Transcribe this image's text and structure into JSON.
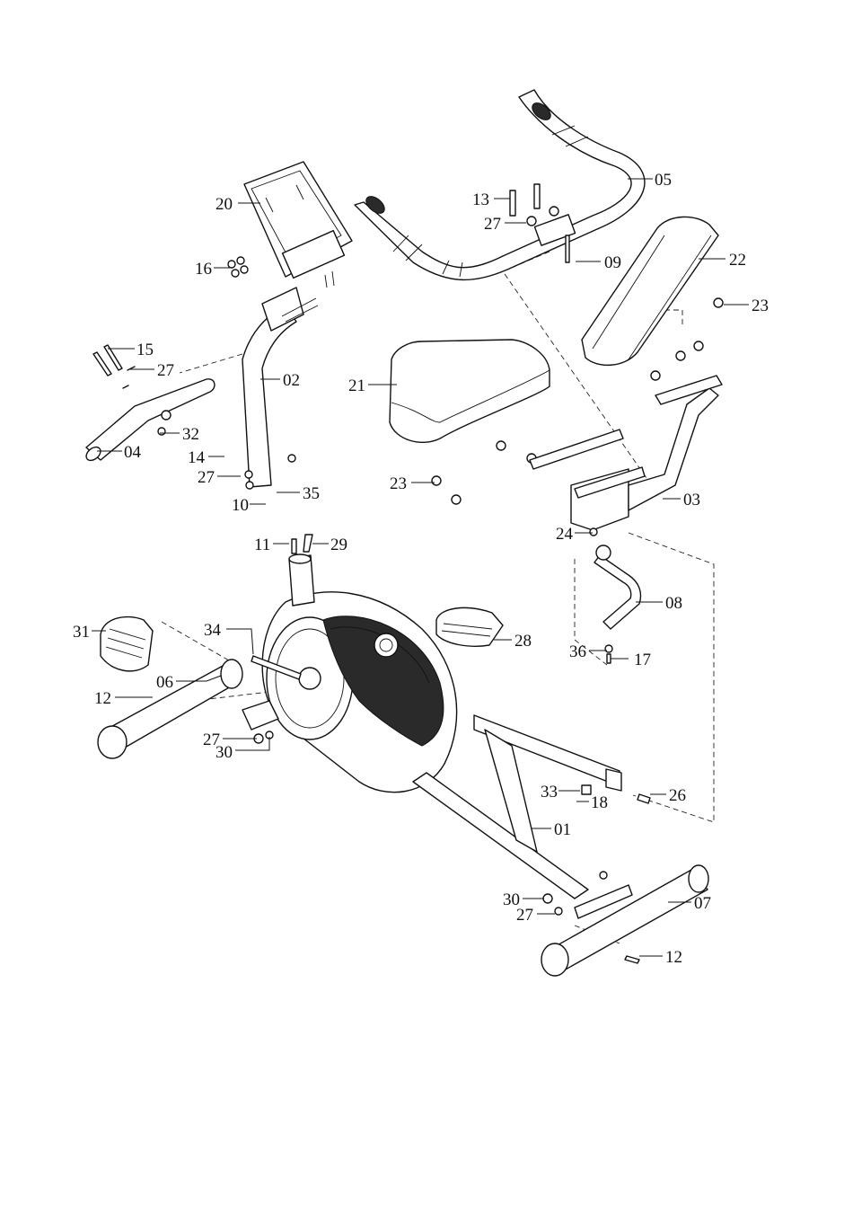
{
  "callouts": [
    {
      "id": "c05",
      "text": "05"
    },
    {
      "id": "c13",
      "text": "13"
    },
    {
      "id": "c27a",
      "text": "27"
    },
    {
      "id": "c09",
      "text": "09"
    },
    {
      "id": "c20",
      "text": "20"
    },
    {
      "id": "c16",
      "text": "16"
    },
    {
      "id": "c22",
      "text": "22"
    },
    {
      "id": "c23a",
      "text": "23"
    },
    {
      "id": "c15",
      "text": "15"
    },
    {
      "id": "c27b",
      "text": "27"
    },
    {
      "id": "c02",
      "text": "02"
    },
    {
      "id": "c21",
      "text": "21"
    },
    {
      "id": "c32",
      "text": "32"
    },
    {
      "id": "c04",
      "text": "04"
    },
    {
      "id": "c14",
      "text": "14"
    },
    {
      "id": "c27c",
      "text": "27"
    },
    {
      "id": "c35",
      "text": "35"
    },
    {
      "id": "c10",
      "text": "10"
    },
    {
      "id": "c23b",
      "text": "23"
    },
    {
      "id": "c03",
      "text": "03"
    },
    {
      "id": "c24",
      "text": "24"
    },
    {
      "id": "c11",
      "text": "11"
    },
    {
      "id": "c29",
      "text": "29"
    },
    {
      "id": "c08",
      "text": "08"
    },
    {
      "id": "c31",
      "text": "31"
    },
    {
      "id": "c34",
      "text": "34"
    },
    {
      "id": "c28",
      "text": "28"
    },
    {
      "id": "c06",
      "text": "06"
    },
    {
      "id": "c36",
      "text": "36"
    },
    {
      "id": "c17",
      "text": "17"
    },
    {
      "id": "c12a",
      "text": "12"
    },
    {
      "id": "c27d",
      "text": "27"
    },
    {
      "id": "c30a",
      "text": "30"
    },
    {
      "id": "c33",
      "text": "33"
    },
    {
      "id": "c26",
      "text": "26"
    },
    {
      "id": "c18",
      "text": "18"
    },
    {
      "id": "c01",
      "text": "01"
    },
    {
      "id": "c30b",
      "text": "30"
    },
    {
      "id": "c07",
      "text": "07"
    },
    {
      "id": "c27e",
      "text": "27"
    },
    {
      "id": "c12b",
      "text": "12"
    }
  ]
}
